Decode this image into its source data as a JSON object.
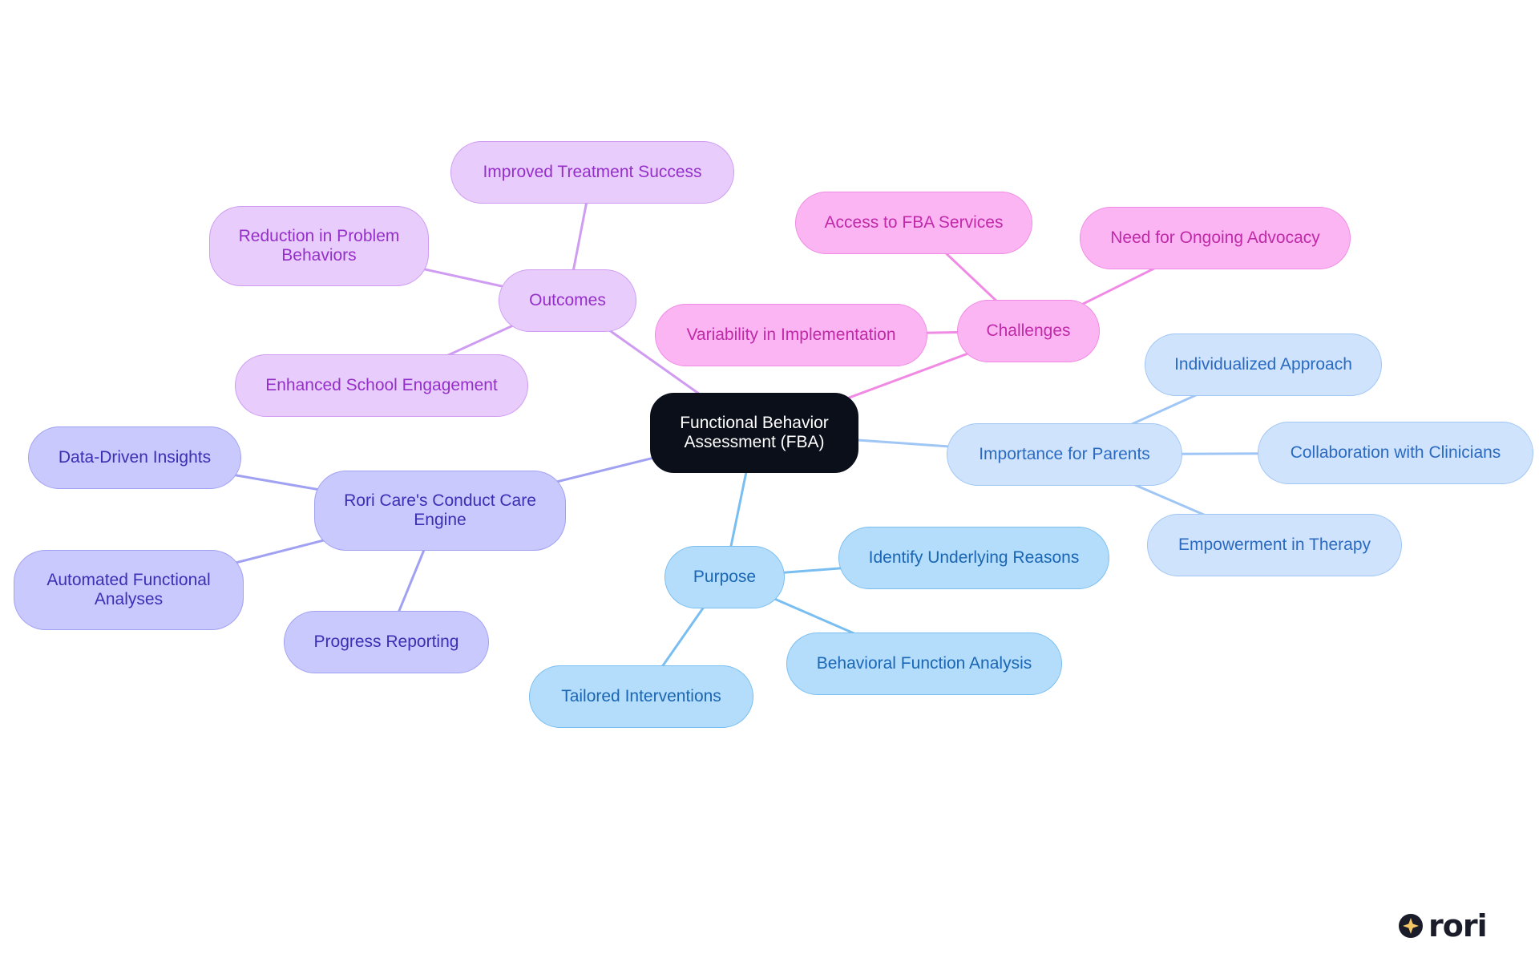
{
  "diagram": {
    "root": {
      "label_lines": [
        "Functional Behavior",
        "Assessment (FBA)"
      ]
    },
    "branches": [
      {
        "id": "outcomes",
        "label_lines": [
          "Outcomes"
        ],
        "color": "#cf9cf2",
        "children": [
          {
            "label_lines": [
              "Improved Treatment Success"
            ]
          },
          {
            "label_lines": [
              "Reduction in Problem",
              "Behaviors"
            ]
          },
          {
            "label_lines": [
              "Enhanced School Engagement"
            ]
          }
        ]
      },
      {
        "id": "challenges",
        "label_lines": [
          "Challenges"
        ],
        "color": "#f08ae4",
        "children": [
          {
            "label_lines": [
              "Access to FBA Services"
            ]
          },
          {
            "label_lines": [
              "Need for Ongoing Advocacy"
            ]
          },
          {
            "label_lines": [
              "Variability in Implementation"
            ]
          }
        ]
      },
      {
        "id": "importance",
        "label_lines": [
          "Importance for Parents"
        ],
        "color": "#9fc6f5",
        "children": [
          {
            "label_lines": [
              "Individualized Approach"
            ]
          },
          {
            "label_lines": [
              "Collaboration with Clinicians"
            ]
          },
          {
            "label_lines": [
              "Empowerment in Therapy"
            ]
          }
        ]
      },
      {
        "id": "purpose",
        "label_lines": [
          "Purpose"
        ],
        "color": "#79bef1",
        "children": [
          {
            "label_lines": [
              "Identify Underlying Reasons"
            ]
          },
          {
            "label_lines": [
              "Behavioral Function Analysis"
            ]
          },
          {
            "label_lines": [
              "Tailored Interventions"
            ]
          }
        ]
      },
      {
        "id": "engine",
        "label_lines": [
          "Rori Care's Conduct Care",
          "Engine"
        ],
        "color": "#a1a1f3",
        "children": [
          {
            "label_lines": [
              "Data-Driven Insights"
            ]
          },
          {
            "label_lines": [
              "Automated Functional",
              "Analyses"
            ]
          },
          {
            "label_lines": [
              "Progress Reporting"
            ]
          }
        ]
      }
    ]
  },
  "logo": {
    "wordmark": "rori",
    "icon": "star-badge-icon"
  }
}
